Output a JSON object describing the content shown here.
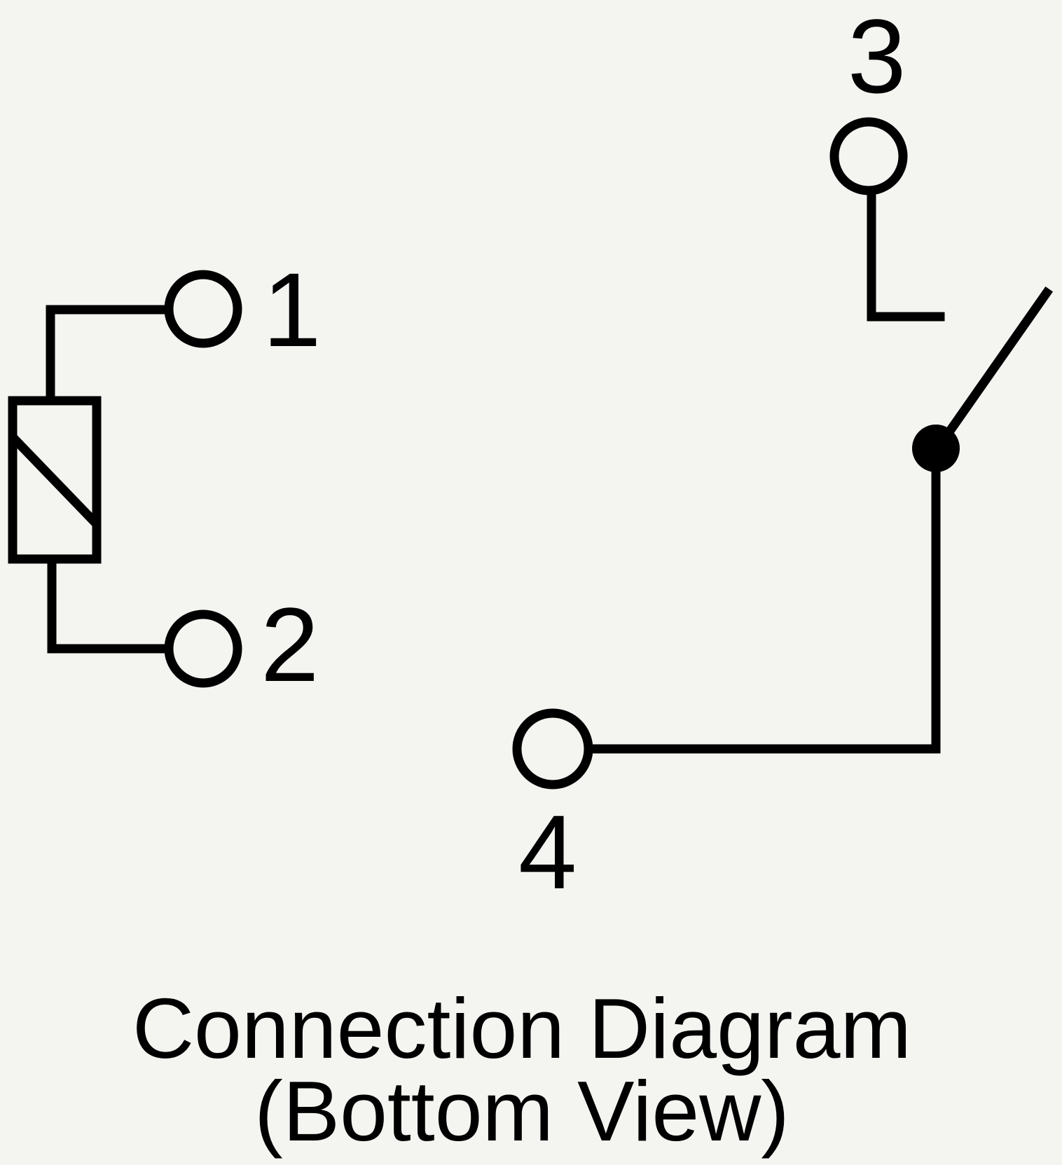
{
  "diagram": {
    "pins": {
      "pin1": "1",
      "pin2": "2",
      "pin3": "3",
      "pin4": "4"
    },
    "caption": {
      "line1": "Connection Diagram",
      "line2": "(Bottom View)"
    }
  },
  "colors": {
    "ink": "#000000",
    "paper": "#f4f4f1"
  }
}
